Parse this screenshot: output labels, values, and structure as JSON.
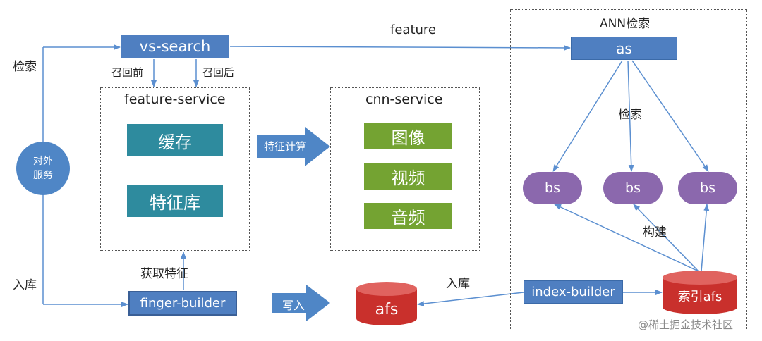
{
  "left": {
    "search_label": "检索",
    "ingest_label": "入库",
    "service_line1": "对外",
    "service_line2": "服务"
  },
  "vs_search": {
    "label": "vs-search",
    "before_recall": "召回前",
    "after_recall": "召回后"
  },
  "feature_label": "feature",
  "feature_service": {
    "title": "feature-service",
    "items": [
      "缓存",
      "特征库"
    ]
  },
  "feature_compute_label": "特征计算",
  "cnn_service": {
    "title": "cnn-service",
    "items": [
      "图像",
      "视频",
      "音频"
    ]
  },
  "get_feature_label": "获取特征",
  "finger_builder": {
    "label": "finger-builder"
  },
  "write_label": "写入",
  "afs": {
    "label": "afs"
  },
  "ann": {
    "title": "ANN检索",
    "as_label": "as",
    "search_label": "检索",
    "bs_labels": [
      "bs",
      "bs",
      "bs"
    ],
    "build_label": "构建",
    "index_builder": "index-builder",
    "index_afs": "索引afs",
    "ingest_label": "入库"
  },
  "watermark": "@稀土掘金技术社区",
  "colors": {
    "blue": "#4f7fc1",
    "teal": "#2e8b9e",
    "green": "#74a332",
    "purple": "#8b68ad",
    "red": "#c9302c",
    "arrow": "#5b8fd0"
  }
}
